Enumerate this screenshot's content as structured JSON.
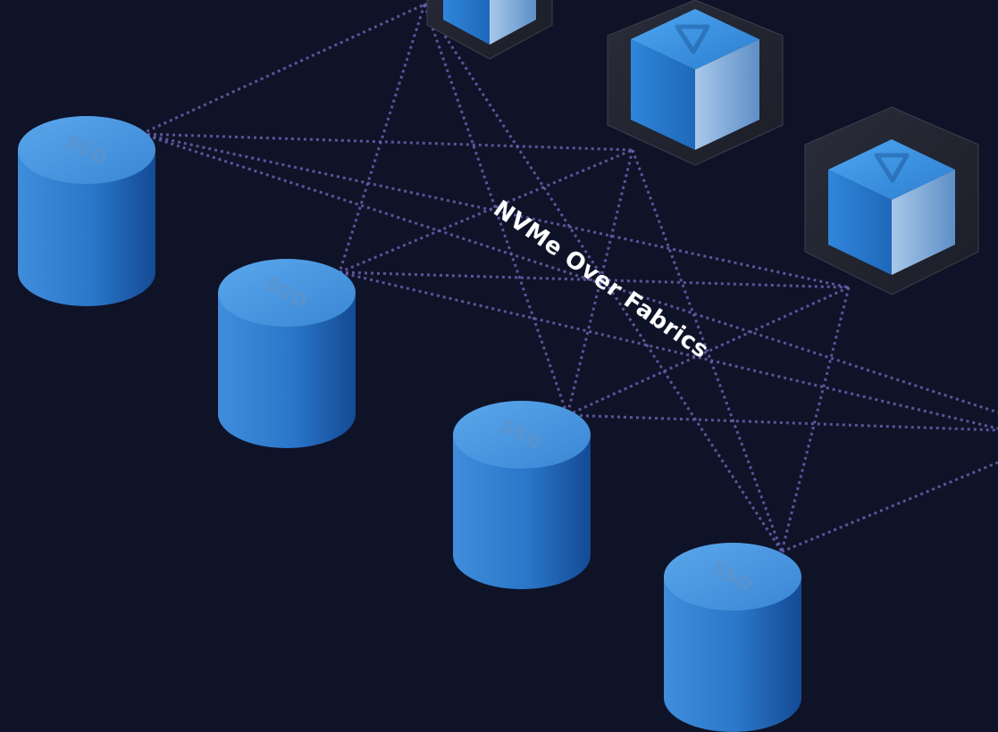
{
  "fabric": {
    "label": "NVMe Over Fabrics"
  },
  "drives": [
    {
      "label": "SSD"
    },
    {
      "label": "SSD"
    },
    {
      "label": "SSD"
    },
    {
      "label": "SSD"
    }
  ],
  "hosts": [
    {
      "icon": "play-logo-icon"
    },
    {
      "icon": "play-logo-icon"
    },
    {
      "icon": "play-logo-icon"
    }
  ],
  "colors": {
    "background": "#0f1328",
    "drive_blue": "#2f7fd0",
    "link": "#6b5fae",
    "label": "#ffffff"
  }
}
